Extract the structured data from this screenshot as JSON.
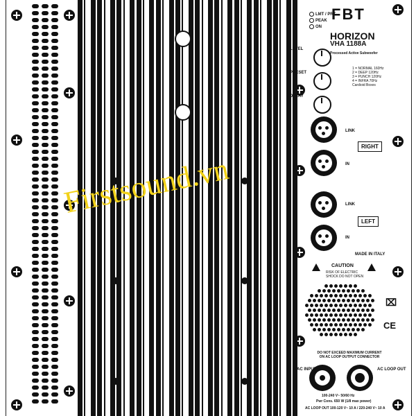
{
  "brand": "FBT",
  "model_name": "HORIZON",
  "model_number": "VHA 1188A",
  "subtitle": "Processed Active Subwoofer",
  "indicators": [
    "LMT / PRT",
    "PEAK",
    "ON"
  ],
  "controls": [
    "LEVEL",
    "PRESET",
    "DELAY"
  ],
  "preset_notes": [
    "1 = NORMAL 160Hz",
    "2 = DEEP 120Hz",
    "3 = PUNCH 120Hz",
    "4 = INFRA 70Hz",
    "Cardioid Boxes"
  ],
  "input_right": {
    "link_label": "LINK",
    "in_label": "IN",
    "channel": "RIGHT"
  },
  "input_left": {
    "link_label": "LINK",
    "in_label": "IN",
    "channel": "LEFT"
  },
  "made_in": "MADE IN ITALY",
  "caution_title": "CAUTION",
  "caution_lines": [
    "RISK OF ELECTRIC",
    "SHOCK DO NOT OPEN"
  ],
  "warning": "DO NOT EXCEED MAXIMUM CURRENT ON AC LOOP OUTPUT CONNECTOR",
  "ac_input_label": "AC INPUT",
  "ac_loop_label": "AC LOOP OUT",
  "power_line": "100-240 V~ 50/60 Hz",
  "power_cons": "Pwr Cons. 650 W (1/8 max power)",
  "ac_loop_spec": "AC LOOP OUT 100-120 V~ 10 A / 220-240 V~ 10 A",
  "ce_mark": "CE",
  "watermark": "Firstsound.vn"
}
